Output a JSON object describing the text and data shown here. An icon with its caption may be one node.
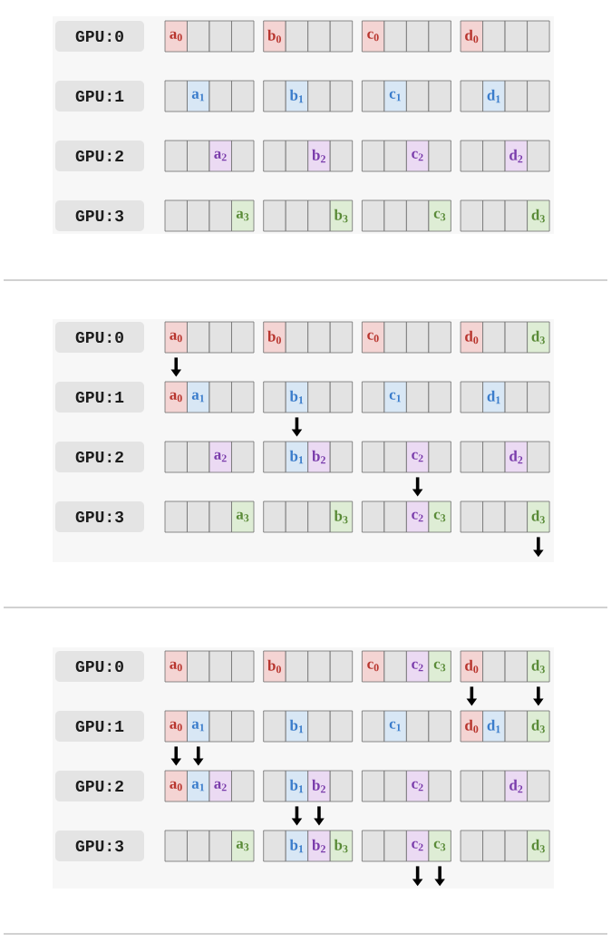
{
  "diagram": {
    "nodes": [
      {
        "text": [
          "GPU:0"
        ]
      },
      {
        "text": [
          "a$_{0}$"
        ]
      },
      {
        "text": [],
        "shape": "box"
      },
      {
        "text": [],
        "shape": "box"
      },
      {
        "text": [],
        "shape": "box"
      },
      {
        "text": [
          "b$_{0}$"
        ]
      },
      {
        "text": [],
        "shape": "box"
      },
      {
        "text": [],
        "shape": "box"
      },
      {
        "text": [],
        "shape": "box"
      },
      {
        "text": [
          "c$_{0}$"
        ]
      },
      {
        "text": [],
        "shape": "box"
      },
      {
        "text": [],
        "shape": "box"
      },
      {
        "text": [],
        "shape": "box"
      },
      {
        "text": [
          "d$_{0}$"
        ]
      },
      {
        "text": [],
        "shape": "box"
      },
      {
        "text": [],
        "shape": "box"
      },
      {
        "text": [],
        "shape": "box"
      },
      {
        "text": [
          "GPU:1"
        ]
      },
      {
        "text": [],
        "shape": "box"
      },
      {
        "text": [
          "a$_{1}$"
        ]
      },
      {
        "text": [],
        "shape": "box"
      },
      {
        "text": [],
        "shape": "box"
      },
      {
        "text": [],
        "shape": "box"
      },
      {
        "text": [
          "b$_{1}$"
        ]
      },
      {
        "text": [],
        "shape": "box"
      },
      {
        "text": [],
        "shape": "box"
      },
      {
        "text": [],
        "shape": "box"
      },
      {
        "text": [
          "c$_{1}$"
        ]
      },
      {
        "text": [],
        "shape": "box"
      },
      {
        "text": [],
        "shape": "box"
      },
      {
        "text": [],
        "shape": "box"
      },
      {
        "text": [
          "d$_{1}$"
        ]
      },
      {
        "text": [],
        "shape": "box"
      },
      {
        "text": [],
        "shape": "box"
      },
      {
        "text": [
          "GPU:2"
        ]
      },
      {
        "text": [],
        "shape": "box"
      },
      {
        "text": [],
        "shape": "box"
      },
      {
        "text": [
          "a$_{2}$"
        ]
      },
      {
        "text": [],
        "shape": "box"
      },
      {
        "text": [],
        "shape": "box"
      },
      {
        "text": [],
        "shape": "box"
      },
      {
        "text": [
          "b$_{2}$"
        ]
      },
      {
        "text": [],
        "shape": "box"
      },
      {
        "text": [],
        "shape": "box"
      },
      {
        "text": [],
        "shape": "box"
      },
      {
        "text": [
          "c$_{2}$"
        ]
      },
      {
        "text": [],
        "shape": "box"
      },
      {
        "text": [],
        "shape": "box"
      },
      {
        "text": [],
        "shape": "box"
      },
      {
        "text": [
          "d$_{2}$"
        ]
      },
      {
        "text": [],
        "shape": "box"
      },
      {
        "text": [
          "GPU:3"
        ]
      },
      {
        "text": [],
        "shape": "box"
      },
      {
        "text": [],
        "shape": "box"
      },
      {
        "text": [],
        "shape": "box"
      },
      {
        "text": [
          "a$_{3}$"
        ]
      },
      {
        "text": [],
        "shape": "box"
      },
      {
        "text": [],
        "shape": "box"
      },
      {
        "text": [],
        "shape": "box"
      },
      {
        "text": [
          "b$_{3}$"
        ]
      },
      {
        "text": [],
        "shape": "box"
      },
      {
        "text": [],
        "shape": "box"
      },
      {
        "text": [],
        "shape": "box"
      },
      {
        "text": [
          "c$_{3}$"
        ]
      },
      {
        "text": [],
        "shape": "box"
      },
      {
        "text": [],
        "shape": "box"
      },
      {
        "text": [],
        "shape": "box"
      },
      {
        "text": [
          "d$_{3}$"
        ]
      },
      {
        "text": [
          "GPU:0"
        ]
      },
      {
        "text": [
          "a$_{0}$"
        ]
      },
      {
        "text": [],
        "shape": "box"
      },
      {
        "text": [],
        "shape": "box"
      },
      {
        "text": [],
        "shape": "box"
      },
      {
        "text": [
          "b$_{0}$"
        ]
      },
      {
        "text": [],
        "shape": "box"
      },
      {
        "text": [],
        "shape": "box"
      },
      {
        "text": [],
        "shape": "box"
      },
      {
        "text": [
          "c$_{0}$"
        ]
      },
      {
        "text": [],
        "shape": "box"
      },
      {
        "text": [],
        "shape": "box"
      },
      {
        "text": [],
        "shape": "box"
      },
      {
        "text": [
          "d$_{0}$"
        ]
      },
      {
        "text": [],
        "shape": "box"
      },
      {
        "text": [],
        "shape": "box"
      },
      {
        "text": [
          "d$_{3}$"
        ]
      },
      {
        "text": [
          "GPU:1"
        ]
      },
      {
        "text": [
          "a$_{0}$"
        ]
      },
      {
        "text": [
          "a$_{1}$"
        ]
      },
      {
        "text": [],
        "shape": "box"
      },
      {
        "text": [],
        "shape": "box"
      },
      {
        "text": [],
        "shape": "box"
      },
      {
        "text": [
          "b$_{1}$"
        ]
      },
      {
        "text": [],
        "shape": "box"
      },
      {
        "text": [],
        "shape": "box"
      },
      {
        "text": [],
        "shape": "box"
      },
      {
        "text": [
          "c$_{1}$"
        ]
      },
      {
        "text": [],
        "shape": "box"
      },
      {
        "text": [],
        "shape": "box"
      },
      {
        "text": [],
        "shape": "box"
      },
      {
        "text": [
          "d$_{1}$"
        ]
      },
      {
        "text": [],
        "shape": "box"
      },
      {
        "text": [],
        "shape": "box"
      },
      {
        "text": [
          "GPU:2"
        ]
      },
      {
        "text": [],
        "shape": "box"
      },
      {
        "text": [],
        "shape": "box"
      },
      {
        "text": [
          "a$_{2}$"
        ]
      },
      {
        "text": [],
        "shape": "box"
      },
      {
        "text": [],
        "shape": "box"
      },
      {
        "text": [
          "b$_{1}$"
        ]
      },
      {
        "text": [
          "b$_{2}$"
        ]
      },
      {
        "text": [],
        "shape": "box"
      },
      {
        "text": [],
        "shape": "box"
      },
      {
        "text": [],
        "shape": "box"
      },
      {
        "text": [
          "c$_{2}$"
        ]
      },
      {
        "text": [],
        "shape": "box"
      },
      {
        "text": [],
        "shape": "box"
      },
      {
        "text": [],
        "shape": "box"
      },
      {
        "text": [
          "d$_{2}$"
        ]
      },
      {
        "text": [],
        "shape": "box"
      },
      {
        "text": [
          "GPU:3"
        ]
      },
      {
        "text": [],
        "shape": "box"
      },
      {
        "text": [],
        "shape": "box"
      },
      {
        "text": [],
        "shape": "box"
      },
      {
        "text": [
          "a$_{3}$"
        ]
      },
      {
        "text": [],
        "shape": "box"
      },
      {
        "text": [],
        "shape": "box"
      },
      {
        "text": [],
        "shape": "box"
      },
      {
        "text": [
          "b$_{3}$"
        ]
      },
      {
        "text": [],
        "shape": "box"
      },
      {
        "text": [],
        "shape": "box"
      },
      {
        "text": [
          "c$_{2}$"
        ]
      },
      {
        "text": [
          "c$_{3}$"
        ]
      },
      {
        "text": [],
        "shape": "box"
      },
      {
        "text": [],
        "shape": "box"
      },
      {
        "text": [],
        "shape": "box"
      },
      {
        "text": [
          "d$_{3}$"
        ]
      },
      {
        "text": [
          "GPU:0"
        ]
      },
      {
        "text": [
          "a$_{0}$"
        ]
      },
      {
        "text": [],
        "shape": "box"
      },
      {
        "text": [],
        "shape": "box"
      },
      {
        "text": [],
        "shape": "box"
      },
      {
        "text": [
          "b$_{0}$"
        ]
      },
      {
        "text": [],
        "shape": "box"
      },
      {
        "text": [],
        "shape": "box"
      },
      {
        "text": [],
        "shape": "box"
      },
      {
        "text": [
          "c$_{0}$"
        ]
      },
      {
        "text": [],
        "shape": "box"
      },
      {
        "text": [
          "c$_{2}$"
        ]
      },
      {
        "text": [
          "c$_{3}$"
        ]
      },
      {
        "text": [
          "d$_{0}$"
        ]
      },
      {
        "text": [],
        "shape": "box"
      },
      {
        "text": [],
        "shape": "box"
      },
      {
        "text": [
          "d$_{3}$"
        ]
      },
      {
        "text": [
          "GPU:1"
        ]
      },
      {
        "text": [
          "a$_{0}$"
        ]
      },
      {
        "text": [
          "a$_{1}$"
        ]
      },
      {
        "text": [],
        "shape": "box"
      },
      {
        "text": [],
        "shape": "box"
      },
      {
        "text": [],
        "shape": "box"
      },
      {
        "text": [
          "b$_{1}$"
        ]
      },
      {
        "text": [],
        "shape": "box"
      },
      {
        "text": [],
        "shape": "box"
      },
      {
        "text": [],
        "shape": "box"
      },
      {
        "text": [
          "c$_{1}$"
        ]
      },
      {
        "text": [],
        "shape": "box"
      },
      {
        "text": [],
        "shape": "box"
      },
      {
        "text": [
          "d$_{0}$"
        ]
      },
      {
        "text": [
          "d$_{1}$"
        ]
      },
      {
        "text": [],
        "shape": "box"
      },
      {
        "text": [
          "d$_{3}$"
        ]
      },
      {
        "text": [
          "GPU:2"
        ]
      },
      {
        "text": [
          "a$_{0}$"
        ]
      },
      {
        "text": [
          "a$_{1}$"
        ]
      },
      {
        "text": [
          "a$_{2}$"
        ]
      },
      {
        "text": [],
        "shape": "box"
      },
      {
        "text": [],
        "shape": "box"
      },
      {
        "text": [
          "b$_{1}$"
        ]
      },
      {
        "text": [
          "b$_{2}$"
        ]
      },
      {
        "text": [],
        "shape": "box"
      },
      {
        "text": [],
        "shape": "box"
      },
      {
        "text": [],
        "shape": "box"
      },
      {
        "text": [
          "c$_{2}$"
        ]
      },
      {
        "text": [],
        "shape": "box"
      },
      {
        "text": [],
        "shape": "box"
      },
      {
        "text": [],
        "shape": "box"
      },
      {
        "text": [
          "d$_{2}$"
        ]
      },
      {
        "text": [],
        "shape": "box"
      },
      {
        "text": [
          "GPU:3"
        ]
      },
      {
        "text": [],
        "shape": "box"
      },
      {
        "text": [],
        "shape": "box"
      },
      {
        "text": [],
        "shape": "box"
      },
      {
        "text": [
          "a$_{3}$"
        ]
      },
      {
        "text": [],
        "shape": "box"
      },
      {
        "text": [
          "b$_{1}$"
        ]
      },
      {
        "text": [
          "b$_{2}$"
        ]
      },
      {
        "text": [
          "b$_{3}$"
        ]
      },
      {
        "text": [],
        "shape": "box"
      },
      {
        "text": [],
        "shape": "box"
      },
      {
        "text": [
          "c$_{2}$"
        ]
      },
      {
        "text": [
          "c$_{3}$"
        ]
      },
      {
        "text": [],
        "shape": "box"
      },
      {
        "text": [],
        "shape": "box"
      },
      {
        "text": [],
        "shape": "box"
      },
      {
        "text": [
          "d$_{3}$"
        ]
      }
    ],
    "edges": [
      {
        "from": 69,
        "to": 86,
        "arrow": "to"
      },
      {
        "from": 91,
        "to": 108,
        "arrow": "to"
      },
      {
        "from": 113,
        "to": 130,
        "arrow": "to"
      },
      {
        "from": 135,
        "to": null,
        "arrow": "to"
      },
      {
        "from": 149,
        "to": 166,
        "arrow": "to"
      },
      {
        "from": 152,
        "to": 169,
        "arrow": "to"
      },
      {
        "from": 154,
        "to": 171,
        "arrow": "to"
      },
      {
        "from": 155,
        "to": 172,
        "arrow": "to"
      },
      {
        "from": 176,
        "to": 193,
        "arrow": "to"
      },
      {
        "from": 177,
        "to": 194,
        "arrow": "to"
      },
      {
        "from": 198,
        "to": null,
        "arrow": "to"
      },
      {
        "from": 199,
        "to": null,
        "arrow": "to"
      }
    ]
  }
}
